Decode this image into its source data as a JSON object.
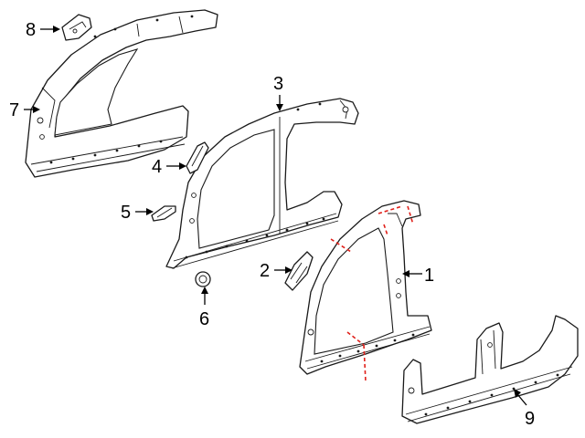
{
  "callouts": [
    {
      "id": "1",
      "label": "1"
    },
    {
      "id": "2",
      "label": "2"
    },
    {
      "id": "3",
      "label": "3"
    },
    {
      "id": "4",
      "label": "4"
    },
    {
      "id": "5",
      "label": "5"
    },
    {
      "id": "6",
      "label": "6"
    },
    {
      "id": "7",
      "label": "7"
    },
    {
      "id": "8",
      "label": "8"
    },
    {
      "id": "9",
      "label": "9"
    }
  ],
  "colors": {
    "line": "#1a1a1a",
    "cut_line": "#e0201a",
    "background": "#ffffff"
  }
}
